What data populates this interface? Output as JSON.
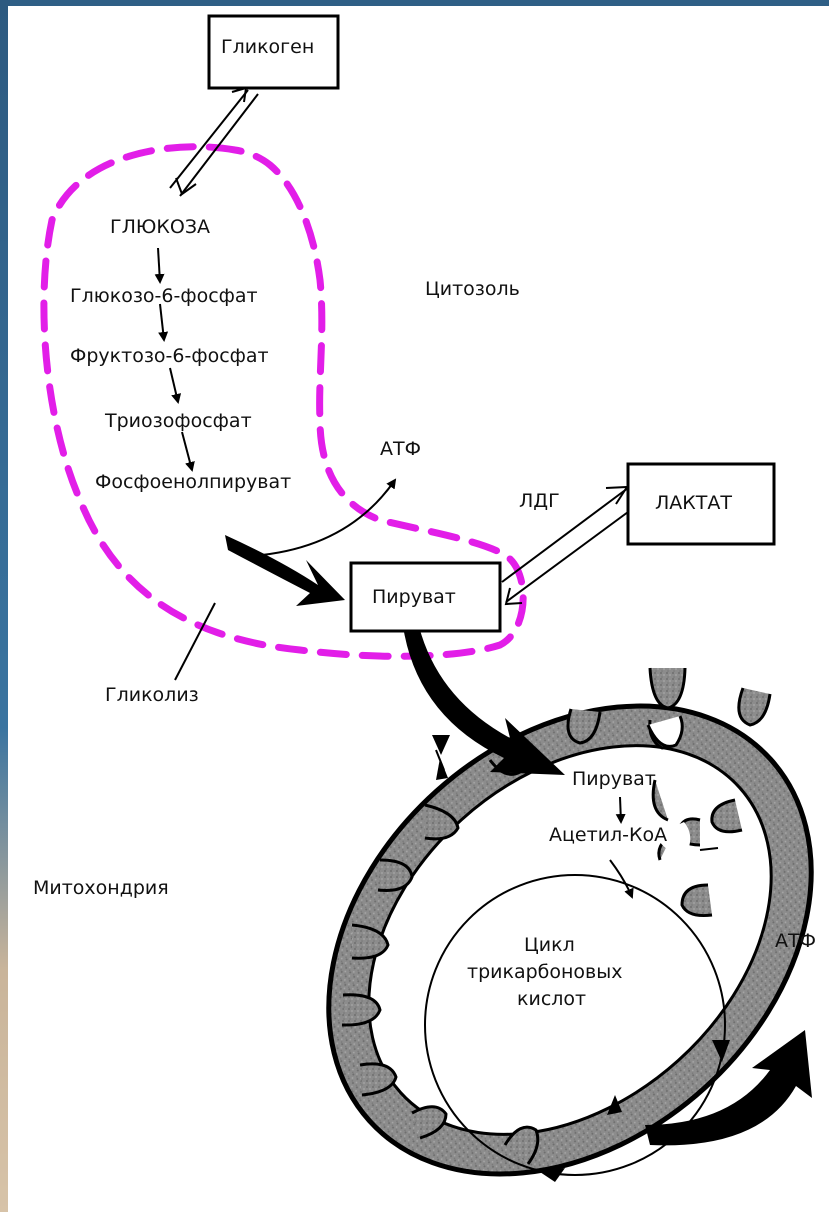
{
  "diagram": {
    "glycogen": "Гликоген",
    "glucose": "ГЛЮКОЗА",
    "g6p": "Глюкозо-6-фосфат",
    "f6p": "Фруктозо-6-фосфат",
    "triose": "Триозофосфат",
    "pep": "Фосфоенолпируват",
    "cytosol": "Цитозоль",
    "atp_top": "АТФ",
    "ldh": "ЛДГ",
    "lactate": "ЛАКТАТ",
    "pyruvate_box": "Пируват",
    "glycolysis": "Гликолиз",
    "mitochondria": "Митохондрия",
    "pyruvate_mito": "Пируват",
    "acetyl_coa": "Ацетил-КоА",
    "tca_line1": "Цикл",
    "tca_line2": "трикарбоновых",
    "tca_line3": "кислот",
    "atp_bottom": "АТФ"
  },
  "colors": {
    "glycolysis_boundary": "#e21ee8",
    "outline": "#000000",
    "membrane_fill": "#8f8f8f"
  }
}
